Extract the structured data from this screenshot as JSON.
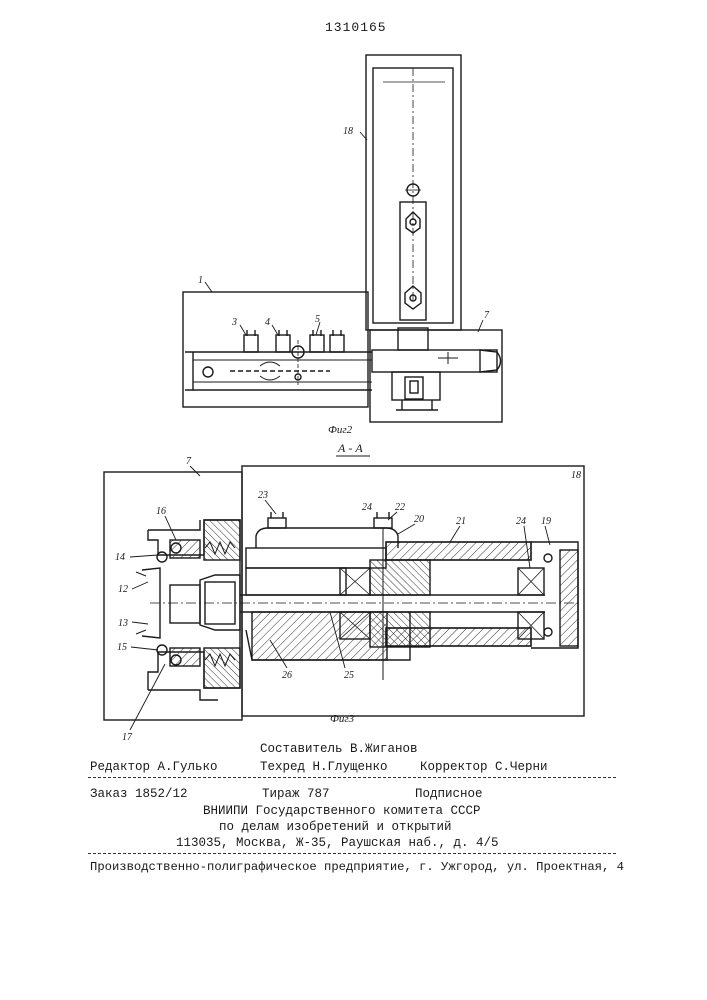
{
  "patent_number": "1310165",
  "figures": {
    "fig2": {
      "caption": "Фиг2",
      "labels": [
        "1",
        "3",
        "4",
        "5",
        "7",
        "18"
      ]
    },
    "fig3": {
      "caption": "Фиг3",
      "section_title": "А - А",
      "labels": [
        "7",
        "18",
        "12",
        "13",
        "14",
        "15",
        "16",
        "17",
        "19",
        "20",
        "21",
        "22",
        "23",
        "24",
        "24",
        "25",
        "26"
      ]
    }
  },
  "imprint": {
    "editor": "Редактор А.Гулько",
    "compiler": "Составитель В.Жиганов",
    "techred": "Техред Н.Глущенко",
    "corrector": "Корректор С.Черни",
    "order": "Заказ 1852/12",
    "circulation": "Тираж 787",
    "subscription": "Подписное",
    "org_line1": "ВНИИПИ Государственного комитета СССР",
    "org_line2": "по делам изобретений и открытий",
    "address": "113035, Москва, Ж-35, Раушская наб., д. 4/5",
    "printer": "Производственно-полиграфическое предприятие, г. Ужгород, ул. Проектная, 4"
  }
}
